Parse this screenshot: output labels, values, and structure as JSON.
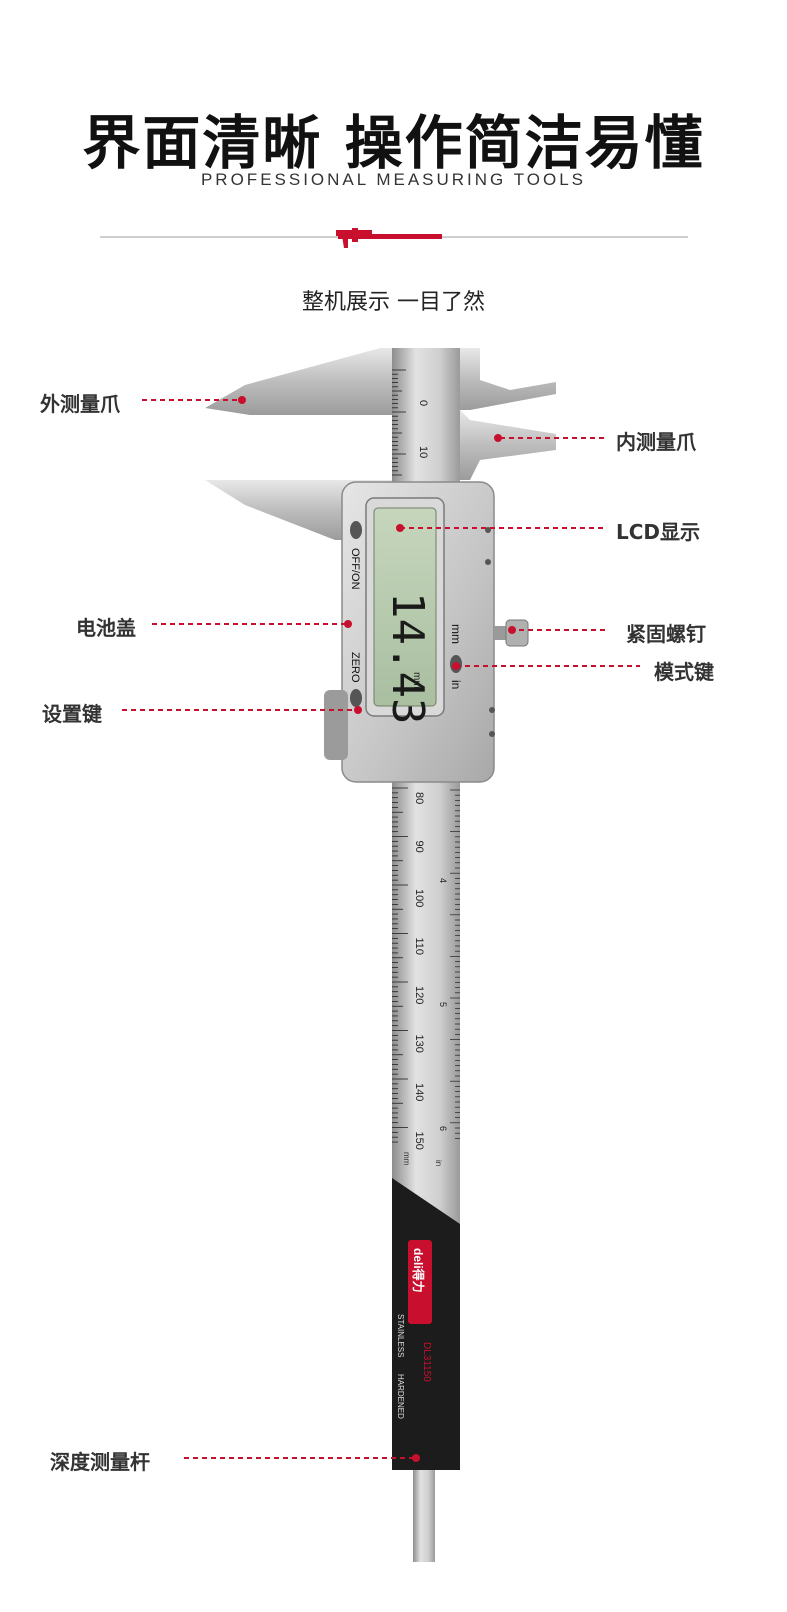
{
  "header": {
    "title": "界面清晰 操作简洁易懂",
    "subtitle": "PROFESSIONAL MEASURING TOOLS",
    "section_caption": "整机展示 一目了然"
  },
  "labels": {
    "outer_jaw": "外测量爪",
    "inner_jaw": "内测量爪",
    "lcd": "LCD显示",
    "battery_cover": "电池盖",
    "lock_screw": "紧固螺钉",
    "mode_key": "模式键",
    "set_key": "设置键",
    "depth_rod": "深度测量杆"
  },
  "device": {
    "display_reading": "14.43",
    "display_unit": "mm",
    "button_off_on": "OFF/ON",
    "button_zero": "ZERO",
    "unit_mm": "mm",
    "unit_in": "in",
    "brand": "deli得力",
    "model": "DL31150",
    "material_line1": "STAINLESS",
    "material_line2": "HARDENED",
    "scale_mm": "mm",
    "scale_in": "in",
    "top_scale_labels": [
      "0",
      "10"
    ],
    "main_scale_labels": [
      "80",
      "90",
      "100",
      "110",
      "120",
      "130",
      "140",
      "150"
    ],
    "inch_labels": [
      "4",
      "5",
      "6"
    ]
  },
  "colors": {
    "accent": "#c8102e",
    "leader": "#c8102e",
    "steel": "#c9c9c9",
    "lcd_green": "#b9cbb0"
  }
}
